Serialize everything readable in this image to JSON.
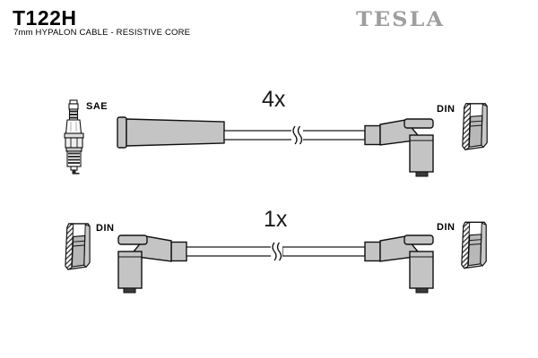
{
  "header": {
    "part_number": "T122H",
    "description": "7mm HYPALON CABLE - RESISTIVE CORE",
    "brand_logo": "TESLA"
  },
  "rows": [
    {
      "quantity": "4x",
      "left_label": "SAE",
      "right_label": "DIN"
    },
    {
      "quantity": "1x",
      "left_label": "DIN",
      "right_label": "DIN"
    }
  ],
  "drawings": {
    "spark_plug": "spark-plug-icon",
    "straight_boot": "straight-boot-icon",
    "angled_boot": "angled-90deg-boot-icon",
    "din_terminal": "din-terminal-cross-section-icon",
    "cable_break": "cable-break-icon"
  },
  "colors": {
    "background": "#ffffff",
    "outline": "#111111",
    "connector_gray": "#c4c4c4",
    "insert_gray": "#b8b8b8",
    "logo_gray": "#9e9e9e",
    "text": "#000000"
  }
}
